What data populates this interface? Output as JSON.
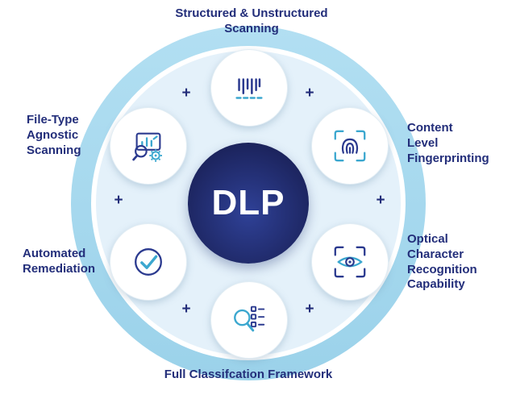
{
  "center": {
    "label": "DLP"
  },
  "plus_sign": "+",
  "nodes": [
    {
      "label": "Structured & Unstructured\nScanning",
      "icon": "barcode-scan-icon",
      "position": "top"
    },
    {
      "label": "Content\nLevel\nFingerprinting",
      "icon": "fingerprint-scan-icon",
      "position": "top-right"
    },
    {
      "label": "Optical\nCharacter\nRecognition\nCapability",
      "icon": "eye-scan-icon",
      "position": "bottom-right"
    },
    {
      "label": "Full Classifcation Framework",
      "icon": "magnifier-checklist-icon",
      "position": "bottom"
    },
    {
      "label": "Automated\nRemediation",
      "icon": "check-circle-icon",
      "position": "bottom-left"
    },
    {
      "label": "File-Type\nAgnostic\nScanning",
      "icon": "magnifier-gear-icon",
      "position": "top-left"
    }
  ],
  "colors": {
    "outer_ring": "#9bd2ea",
    "inner_fill": "#e4f1fa",
    "center_dark": "#1a2158",
    "center_light": "#2f4197",
    "label_text": "#232e7a",
    "icon_navy": "#2b3a8f",
    "icon_teal": "#3ba7cf"
  }
}
